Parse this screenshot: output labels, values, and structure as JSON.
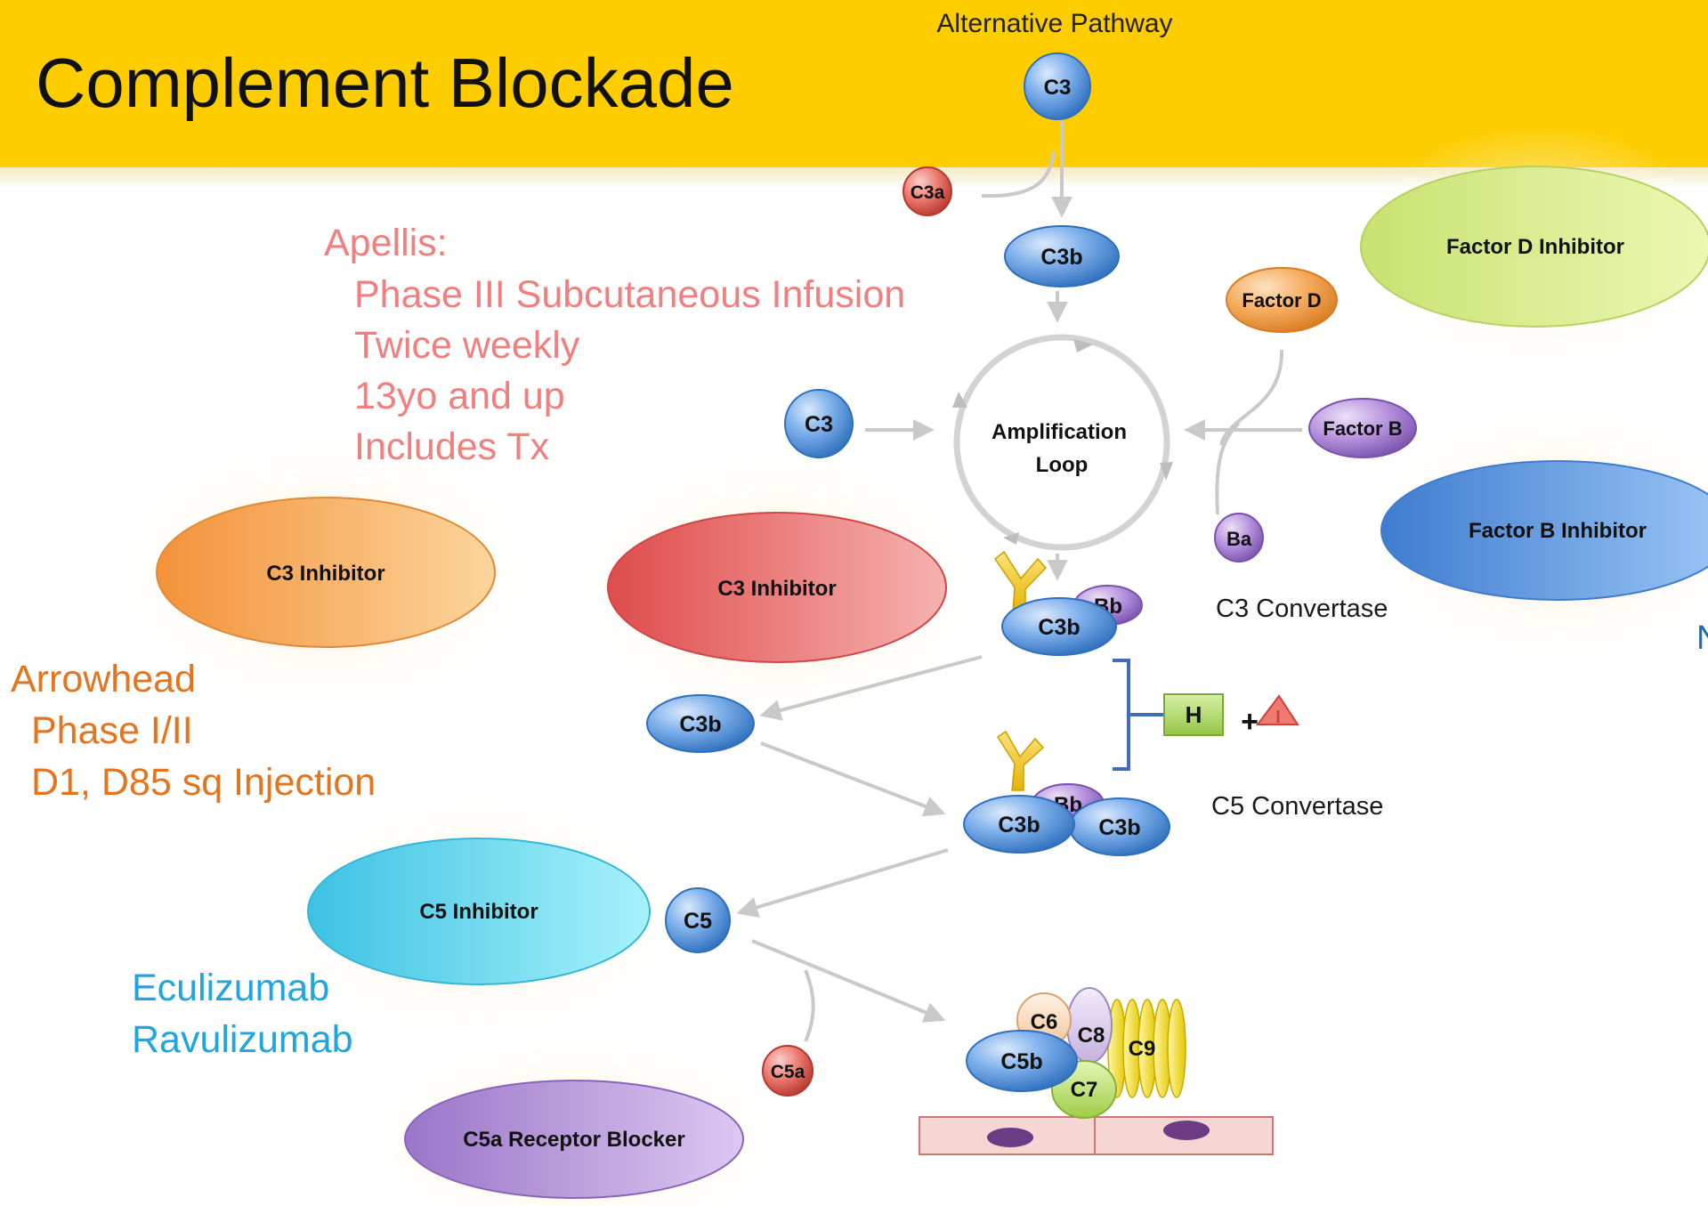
{
  "title": "Complement Blockade",
  "pathway_label": "Alternative Pathway",
  "molecules": {
    "c3_top": "C3",
    "c3a": "C3a",
    "c3b_top": "C3b",
    "factor_d": "Factor D",
    "factor_b": "Factor B",
    "c3_left": "C3",
    "ba": "Ba",
    "loop_line1": "Amplification",
    "loop_line2": "Loop",
    "c3_convertase_bb": "Bb",
    "c3_convertase_c3b": "C3b",
    "c3b_free": "C3b",
    "h": "H",
    "plus": "+",
    "i": "I",
    "c5_convertase_bb": "Bb",
    "c5_convertase_c3b_a": "C3b",
    "c5_convertase_c3b_b": "C3b",
    "c5": "C5",
    "c5a": "C5a",
    "c6": "C6",
    "c8": "C8",
    "c9": "C9",
    "c5b": "C5b",
    "c7": "C7"
  },
  "inhibitors": {
    "factor_d": "Factor D Inhibitor",
    "factor_b": "Factor B Inhibitor",
    "c3_orange": "C3 Inhibitor",
    "c3_red": "C3 Inhibitor",
    "c5": "C5 Inhibitor",
    "c5a_receptor": "C5a Receptor Blocker"
  },
  "labels": {
    "c3_convertase": "C3 Convertase",
    "c5_convertase": "C5 Convertase",
    "edge_letter": "N"
  },
  "apellis": [
    "Apellis:",
    "Phase III Subcutaneous Infusion",
    "Twice weekly",
    "13yo and up",
    "Includes Tx"
  ],
  "arrowhead": [
    "Arrowhead",
    "Phase I/II",
    "D1, D85 sq Injection"
  ],
  "c5_drugs": [
    "Eculizumab",
    "Ravulizumab"
  ],
  "colors": {
    "title_band": "#FDCD00",
    "molecule_blue": "#5E9BE3",
    "apellis_text": "#F07F7F",
    "arrowhead_text": "#E2751E",
    "c5_drug_text": "#21A5DE"
  }
}
